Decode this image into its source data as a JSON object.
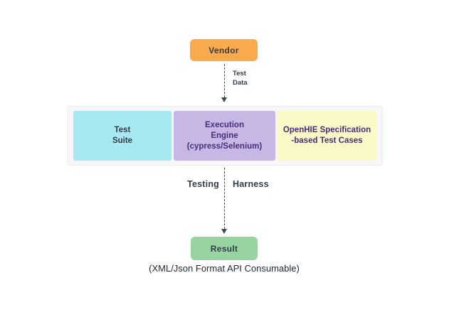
{
  "diagram": {
    "nodes": {
      "vendor": {
        "label": "Vendor"
      },
      "test_suite": {
        "lines": [
          "Test",
          "Suite"
        ]
      },
      "execution_engine": {
        "lines": [
          "Execution",
          "Engine",
          "(cypress/Selenium)"
        ]
      },
      "openhie_cases": {
        "lines": [
          "OpenHIE Specification",
          "-based Test Cases"
        ]
      },
      "result": {
        "label": "Result"
      }
    },
    "edges": {
      "vendor_to_harness": {
        "label_lines": [
          "Test",
          "Data"
        ]
      },
      "harness_to_result": {
        "label_left": "Testing",
        "label_right": "Harness"
      }
    },
    "caption": "(XML/Json Format API Consumable)"
  },
  "colors": {
    "vendor_bg": "#F9AA4C",
    "test_suite_bg": "#A6E9F0",
    "execution_bg": "#C7B7E5",
    "openhie_bg": "#FCF9C9",
    "result_bg": "#98D4A1",
    "container_bg": "#F7F7F9",
    "container_border": "#EBEBEF",
    "arrow": "#3E4A5A",
    "dark_text": "#333D49",
    "purple_text": "#4B2C79",
    "caption_text": "#222B35"
  }
}
